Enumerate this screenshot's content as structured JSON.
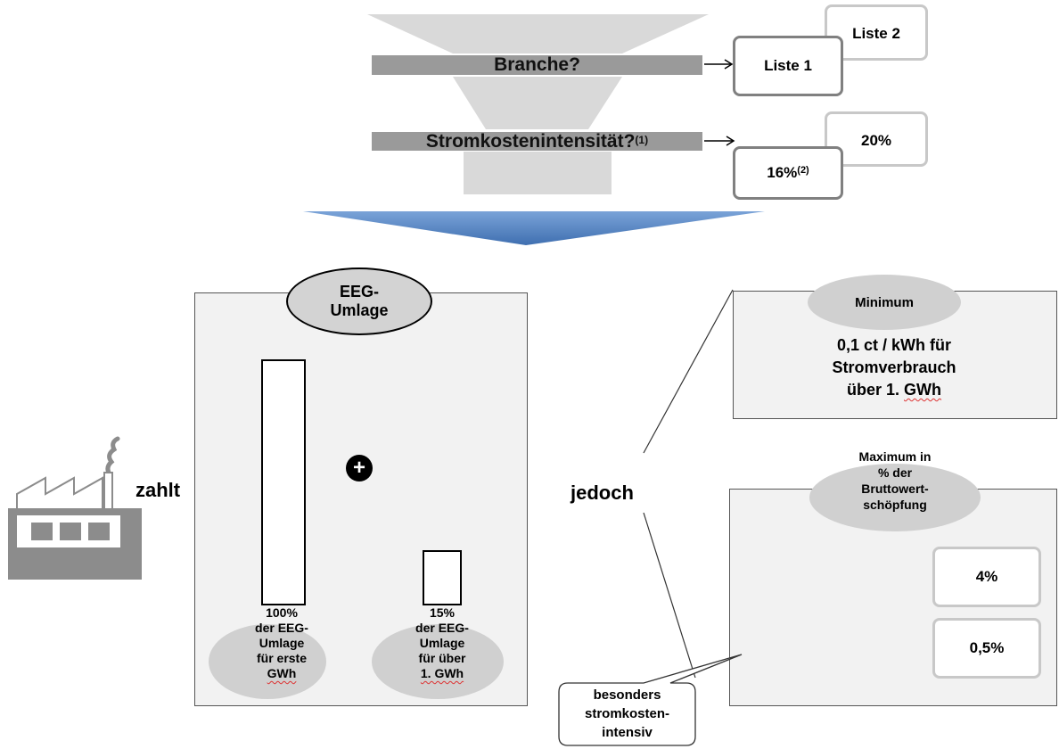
{
  "funnel": {
    "branche": "Branche?",
    "stromkosten": "Stromkostenintensität?",
    "stromkosten_sup": "(1)"
  },
  "lists": {
    "liste1": "Liste 1",
    "liste2": "Liste 2"
  },
  "thresholds": {
    "p16": "16%",
    "p16_sup": "(2)",
    "p20": "20%"
  },
  "left": {
    "zahlt": "zahlt",
    "eeg_title_1": "EEG-",
    "eeg_title_2": "Umlage",
    "plus": "+",
    "bar1_pct": "100%",
    "bar1_l1": "der EEG-",
    "bar1_l2": "Umlage",
    "bar1_l3": "für erste",
    "bar1_l4": "GWh",
    "bar2_pct": "15%",
    "bar2_l1": "der EEG-",
    "bar2_l2": "Umlage",
    "bar2_l3": "für über",
    "bar2_l4": "1. GWh"
  },
  "right": {
    "jedoch": "jedoch",
    "minimum_title": "Minimum",
    "minimum_l1": "0,1 ct / kWh für",
    "minimum_l2": "Stromverbrauch",
    "minimum_l3": "über 1. GWh",
    "maximum_l1": "Maximum in",
    "maximum_l2": "% der",
    "maximum_l3": "Bruttowert-",
    "maximum_l4": "schöpfung",
    "val_4": "4%",
    "val_05": "0,5%",
    "callout_l1": "besonders",
    "callout_l2": "stromkosten-",
    "callout_l3": "intensiv"
  },
  "colors": {
    "funnel_light": "#d9d9d9",
    "funnel_bar": "#9a9a9a",
    "arrow_blue": "#4a7ebb",
    "factory": "#8c8c8c"
  }
}
